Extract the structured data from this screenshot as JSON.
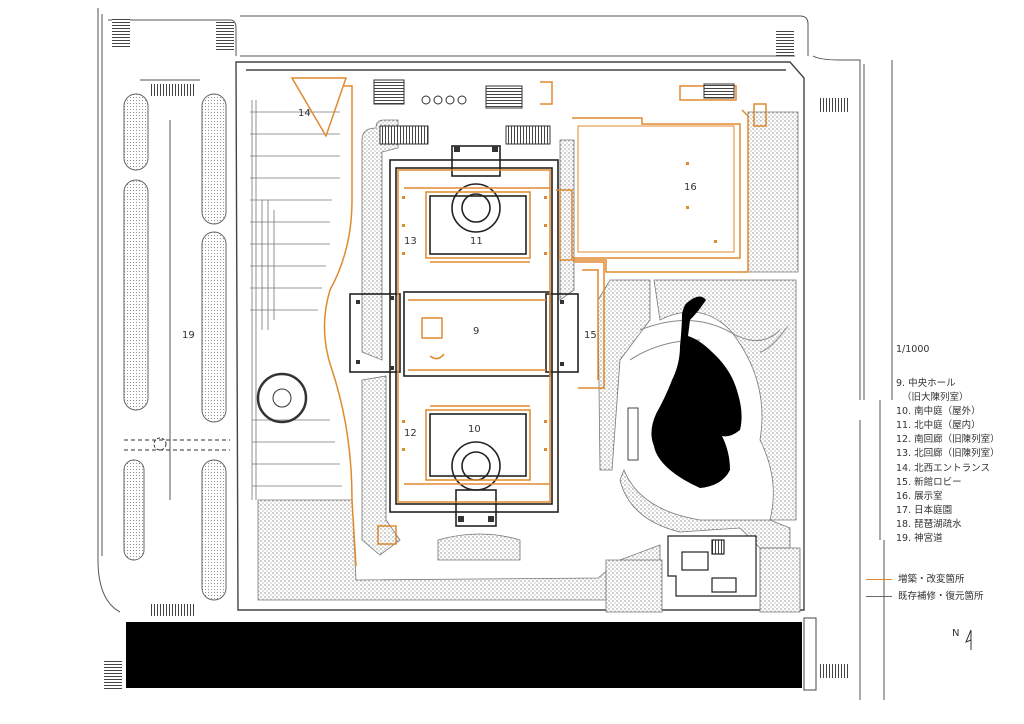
{
  "colors": {
    "addition": "#e08a2e",
    "existing": "#6a6a6a",
    "wall": "#222222",
    "hatch": "#bdbdbd",
    "pond": "#000000"
  },
  "plan": {
    "scale": "1/1000",
    "area_labels": {
      "n9": "9",
      "n10": "10",
      "n11": "11",
      "n12": "12",
      "n13": "13",
      "n14": "14",
      "n15": "15",
      "n16": "16",
      "n19": "19"
    },
    "legend": {
      "items": [
        "9. 中央ホール",
        "（旧大陳列室）",
        "10. 南中庭（屋外）",
        "11. 北中庭（屋内）",
        "12. 南回廊（旧陳列室）",
        "13. 北回廊（旧陳列室）",
        "14. 北西エントランス",
        "15. 新館ロビー",
        "16. 展示室",
        "17. 日本庭園",
        "18. 琵琶湖疏水",
        "19. 神宮道"
      ]
    },
    "key": {
      "new_label": "増築・改変箇所",
      "existing_label": "既存補修・復元箇所"
    },
    "north_label": "N"
  }
}
